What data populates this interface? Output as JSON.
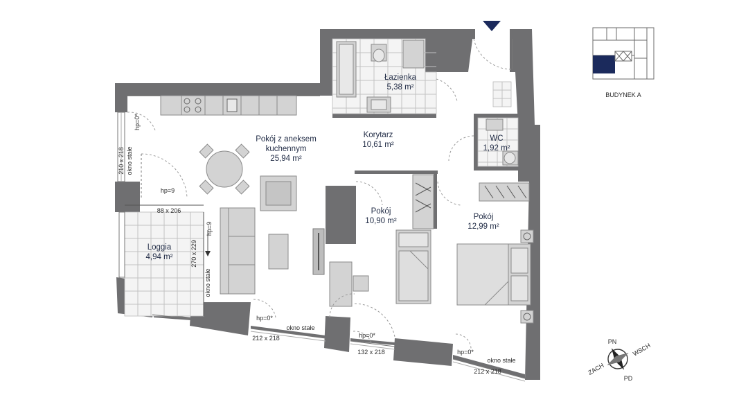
{
  "rooms": {
    "living": {
      "name_line1": "Pokój z aneksem",
      "name_line2": "kuchennym",
      "area": "25,94 m²"
    },
    "corridor": {
      "name": "Korytarz",
      "area": "10,61 m²"
    },
    "bathroom": {
      "name": "Łazienka",
      "area": "5,38 m²"
    },
    "wc": {
      "name": "WC",
      "area": "1,92 m²"
    },
    "room1": {
      "name": "Pokój",
      "area": "10,90 m²"
    },
    "room2": {
      "name": "Pokój",
      "area": "12,99 m²"
    },
    "loggia": {
      "name": "Loggia",
      "area": "4,94 m²"
    }
  },
  "annotations": {
    "window_left_size": "210 x 218",
    "window_left_fixed": "okno stałe",
    "window_left_hp": "hp=0*",
    "loggia_door_hp": "hp=9",
    "loggia_door_size": "88 x 206",
    "loggia_side_hp": "hp=9",
    "loggia_side_size": "270 x 229",
    "loggia_side_fixed": "okno stałe",
    "bottom_hp_1": "hp=0*",
    "bottom_fixed_1": "okno stałe",
    "bottom_size_1": "212 x 218",
    "bottom_hp_2": "hp=0*",
    "bottom_size_2": "132 x 218",
    "bottom_hp_3": "hp=0*",
    "bottom_fixed_3": "okno stałe",
    "bottom_size_3": "212 x 218"
  },
  "key_plan": {
    "building_label": "BUDYNEK A",
    "highlight_color": "#1b2a5c"
  },
  "compass": {
    "north": "PN",
    "east": "WSCH",
    "south": "PD",
    "west": "ZACH"
  },
  "colors": {
    "walls": "#6f6f71",
    "furniture": "#d3d3d3",
    "text": "#1f2a44",
    "entry_marker": "#1b2a5c"
  }
}
